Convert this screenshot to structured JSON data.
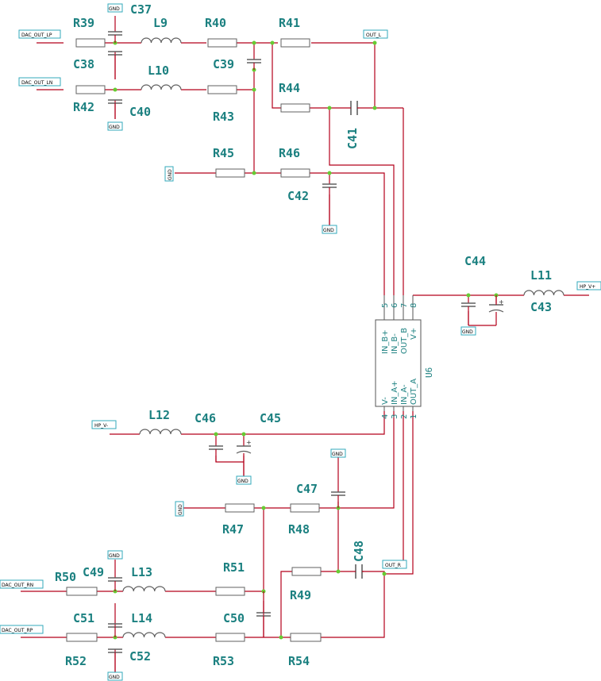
{
  "nets": {
    "dac_out_lp": "DAC_OUT_LP",
    "dac_out_ln": "DAC_OUT_LN",
    "dac_out_rn": "DAC_OUT_RN",
    "dac_out_rp": "DAC_OUT_RP",
    "out_l": "OUT_L",
    "out_r": "OUT_R",
    "hp_vp": "HP_V+",
    "hp_vm": "HP_V-",
    "gnd": "GND"
  },
  "refs": {
    "R39": "R39",
    "R40": "R40",
    "R41": "R41",
    "R42": "R42",
    "R43": "R43",
    "R44": "R44",
    "R45": "R45",
    "R46": "R46",
    "R47": "R47",
    "R48": "R48",
    "R49": "R49",
    "R50": "R50",
    "R51": "R51",
    "R52": "R52",
    "R53": "R53",
    "R54": "R54",
    "C37": "C37",
    "C38": "C38",
    "C39": "C39",
    "C40": "C40",
    "C41": "C41",
    "C42": "C42",
    "C43": "C43",
    "C44": "C44",
    "C45": "C45",
    "C46": "C46",
    "C47": "C47",
    "C48": "C48",
    "C49": "C49",
    "C50": "C50",
    "C51": "C51",
    "C52": "C52",
    "L9": "L9",
    "L10": "L10",
    "L11": "L11",
    "L12": "L12",
    "L13": "L13",
    "L14": "L14",
    "U6": "U6"
  },
  "ic": {
    "top_pins": [
      "IN_B+",
      "IN_B-",
      "OUT_B",
      "V+"
    ],
    "top_nums": [
      "5",
      "6",
      "7",
      "8"
    ],
    "bottom_pins": [
      "V-",
      "IN_A+",
      "IN_A-",
      "OUT_A"
    ],
    "bottom_nums": [
      "4",
      "3",
      "2",
      "1"
    ]
  },
  "polarity_mark": "+"
}
